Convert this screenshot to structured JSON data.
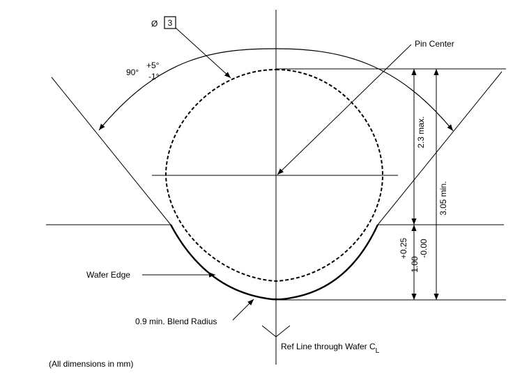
{
  "labels": {
    "diameter_symbol": "Ø",
    "diameter_value": "3",
    "angle_value": "90°",
    "angle_plus": "+5°",
    "angle_minus": "-1°",
    "pin_center": "Pin Center",
    "wafer_edge": "Wafer Edge",
    "blend_radius": "0.9 min. Blend Radius",
    "ref_line": "Ref Line through Wafer C",
    "ref_line_subscript": "L",
    "dim_max": "2.3 max.",
    "dim_min": "3.05 min.",
    "dim_depth": "1.00",
    "dim_tol_plus": "+0.25",
    "dim_tol_minus": "-0.00",
    "units_note": "(All dimensions in mm)"
  },
  "colors": {
    "ink": "#000000",
    "background": "#ffffff"
  }
}
